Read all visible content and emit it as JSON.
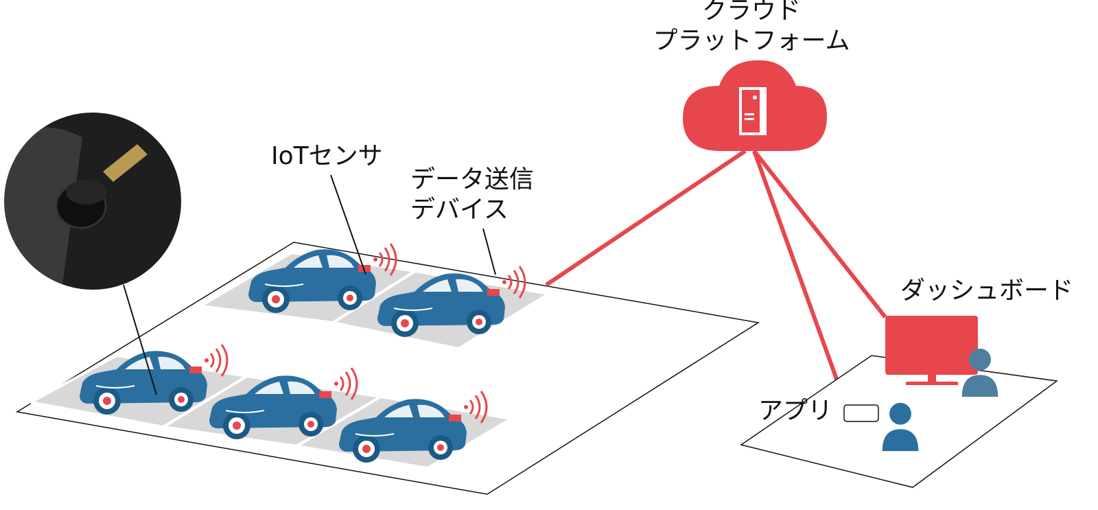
{
  "labels": {
    "cloud": "クラウド\nプラットフォーム",
    "sensor": "IoTセンサ",
    "device": "データ送信\nデバイス",
    "dashboard": "ダッシュボード",
    "app": "アプリ"
  },
  "colors": {
    "car": "#2a6fa0",
    "accent": "#e8464d",
    "lot": "#d8d8d8",
    "person_front": "#2a6fa0",
    "person_back": "#4d7f9f",
    "sensor_photo": "#1e1e1e"
  },
  "icons": [
    "iot-sensor-photo",
    "car-icon",
    "wireless-signal-icon",
    "cloud-icon",
    "server-icon",
    "monitor-icon",
    "smartphone-icon",
    "person-icon"
  ]
}
